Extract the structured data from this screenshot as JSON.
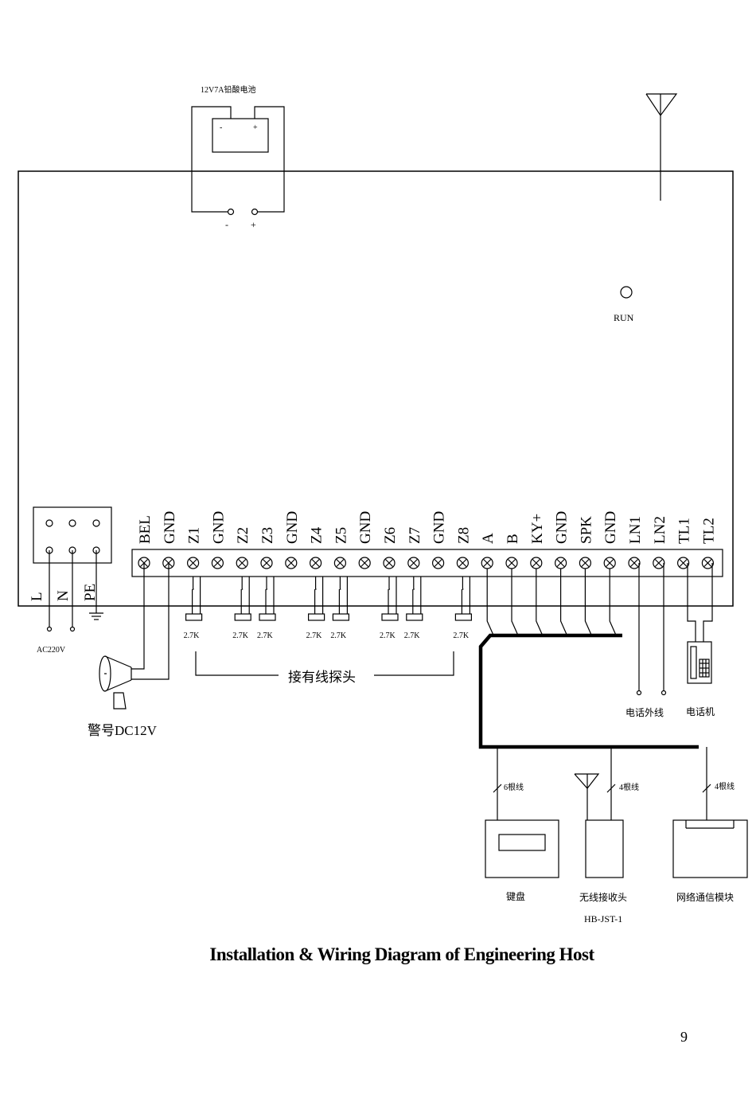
{
  "battery": {
    "label": "12V7A铅酸电池",
    "neg": "-",
    "pos": "+"
  },
  "battery_terminals": {
    "neg": "-",
    "pos": "+"
  },
  "run_indicator": "RUN",
  "power": {
    "labels": [
      "L",
      "N",
      "PE"
    ],
    "supply": "AC220V"
  },
  "terminals": [
    "BEL",
    "GND",
    "Z1",
    "GND",
    "Z2",
    "Z3",
    "GND",
    "Z4",
    "Z5",
    "GND",
    "Z6",
    "Z7",
    "GND",
    "Z8",
    "A",
    "B",
    "KY+",
    "GND",
    "SPK",
    "GND",
    "LN1",
    "LN2",
    "TL1",
    "TL2"
  ],
  "resistors": [
    "2.7K",
    "2.7K",
    "2.7K",
    "2.7K",
    "2.7K",
    "2.7K",
    "2.7K",
    "2.7K"
  ],
  "wired_detector_label": "接有线探头",
  "siren_label": "警号DC12V",
  "phone_line_label": "电话外线",
  "telephone_label": "电话机",
  "bus_wire_labels": [
    "6根线",
    "4根线",
    "4根线"
  ],
  "devices": [
    {
      "name": "键盘"
    },
    {
      "name": "无线接收头",
      "model": "HB-JST-1"
    },
    {
      "name": "网络通信模块"
    }
  ],
  "caption": "Installation & Wiring Diagram of Engineering Host",
  "page_number": "9"
}
